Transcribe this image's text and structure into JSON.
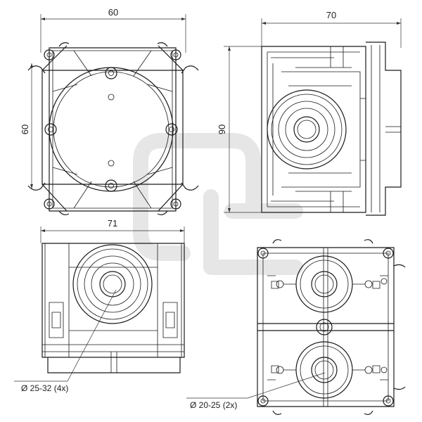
{
  "dimensions": {
    "top_left_width": "60",
    "top_left_height": "60",
    "top_right_width": "70",
    "top_right_height": "90",
    "bottom_left_width": "71"
  },
  "callouts": {
    "bottom_left": "Ø 25-32 (4x)",
    "bottom_right": "Ø 20-25 (2x)"
  }
}
